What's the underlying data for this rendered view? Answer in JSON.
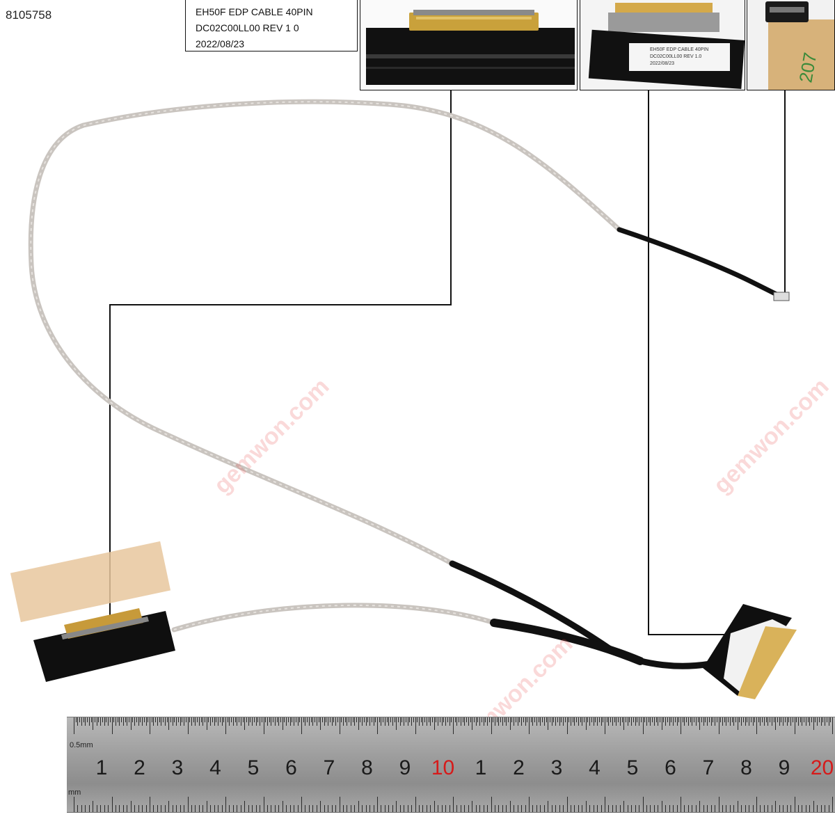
{
  "product_id": "8105758",
  "spec_label": {
    "line1": "EH50F  EDP  CABLE  40PIN",
    "line2": "DC02C00LL00     REV  1 0",
    "line3": "2022/08/23"
  },
  "connector_label": {
    "line1": "EH50F  EDP  CABLE  40PIN",
    "line2": "DC02C00LL00      REV  1.0",
    "line3": "2022/08/23"
  },
  "watermark": "gemwon.com",
  "ruler": {
    "unit_top": "0.5mm",
    "unit_bottom": "mm",
    "numbers": [
      "1",
      "2",
      "3",
      "4",
      "5",
      "6",
      "7",
      "8",
      "9",
      "10",
      "1",
      "2",
      "3",
      "4",
      "5",
      "6",
      "7",
      "8",
      "9",
      "20"
    ],
    "highlight_color": "#d61a1a"
  }
}
